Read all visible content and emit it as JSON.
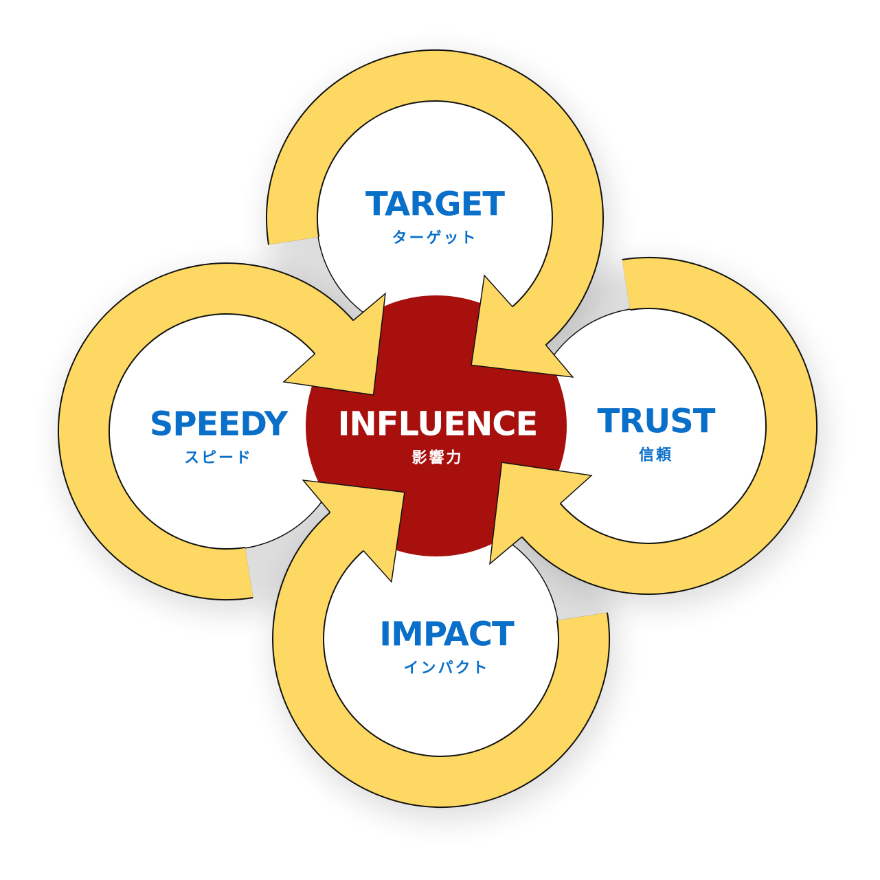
{
  "colors": {
    "accent_blue": "#0a6fc8",
    "center_red": "#a8100e",
    "arrow_yellow": "#fdd963",
    "outline": "#111111"
  },
  "center": {
    "title": "INFLUENCE",
    "subtitle": "影響力"
  },
  "nodes": [
    {
      "id": "target",
      "title": "TARGET",
      "subtitle": "ターゲット"
    },
    {
      "id": "trust",
      "title": "TRUST",
      "subtitle": "信頼"
    },
    {
      "id": "impact",
      "title": "IMPACT",
      "subtitle": "インパクト"
    },
    {
      "id": "speedy",
      "title": "SPEEDY",
      "subtitle": "スピード"
    }
  ]
}
